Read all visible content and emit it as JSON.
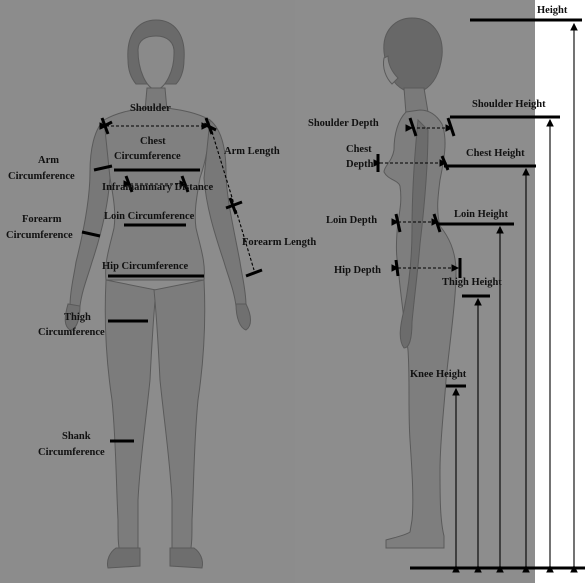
{
  "colors": {
    "background": "#8c8c8c",
    "figure": "#7e7e7e",
    "figure_shadow": "#5e5e5e",
    "figure_highlight": "#a6a6a6",
    "marker": "#000000",
    "label": "#111111"
  },
  "front_view": {
    "labels": {
      "shoulder": "Shoulder",
      "chest_circumference_1": "Chest",
      "chest_circumference_2": "Circumference",
      "arm_circumference_1": "Arm",
      "arm_circumference_2": "Circumference",
      "arm_length": "Arm Length",
      "inframammary_distance": "Inframammary Distance",
      "forearm_circumference_1": "Forearm",
      "forearm_circumference_2": "Circumference",
      "loin_circumference": "Loin Circumference",
      "forearm_length": "Forearm Length",
      "hip_circumference": "Hip Circumference",
      "thigh_circumference_1": "Thigh",
      "thigh_circumference_2": "Circumference",
      "shank_circumference_1": "Shank",
      "shank_circumference_2": "Circumference"
    }
  },
  "side_view": {
    "labels": {
      "height": "Height",
      "shoulder_height": "Shoulder Height",
      "shoulder_depth": "Shoulder Depth",
      "chest_depth_1": "Chest",
      "chest_depth_2": "Depth",
      "chest_height": "Chest Height",
      "loin_depth": "Loin Depth",
      "loin_height": "Loin Height",
      "hip_depth": "Hip Depth",
      "thigh_height": "Thigh Height",
      "knee_height": "Knee Height"
    }
  }
}
